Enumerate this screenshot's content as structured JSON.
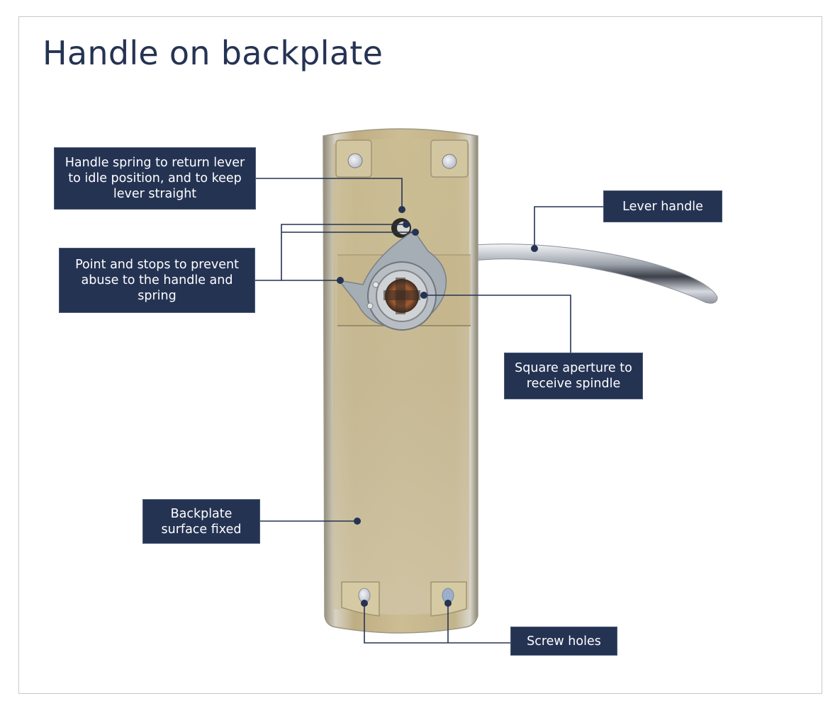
{
  "title": "Handle on backplate",
  "colors": {
    "label_bg": "#253353",
    "label_text": "#ffffff",
    "title": "#253353",
    "leader_line": "#253353",
    "plate": "#c9bc96",
    "lever": "#c0c4cc"
  },
  "labels": [
    {
      "id": "handle-spring",
      "text": "Handle spring to return lever to idle position, and to keep lever straight"
    },
    {
      "id": "point-and-stops",
      "text": "Point and stops to prevent abuse to the handle and spring"
    },
    {
      "id": "lever-handle",
      "text": "Lever handle"
    },
    {
      "id": "square-aperture",
      "text": "Square aperture to receive spindle"
    },
    {
      "id": "backplate-surface",
      "text": "Backplate surface fixed"
    },
    {
      "id": "screw-holes",
      "text": "Screw holes"
    }
  ],
  "icons": {
    "marker": "filled-circle-dot"
  }
}
